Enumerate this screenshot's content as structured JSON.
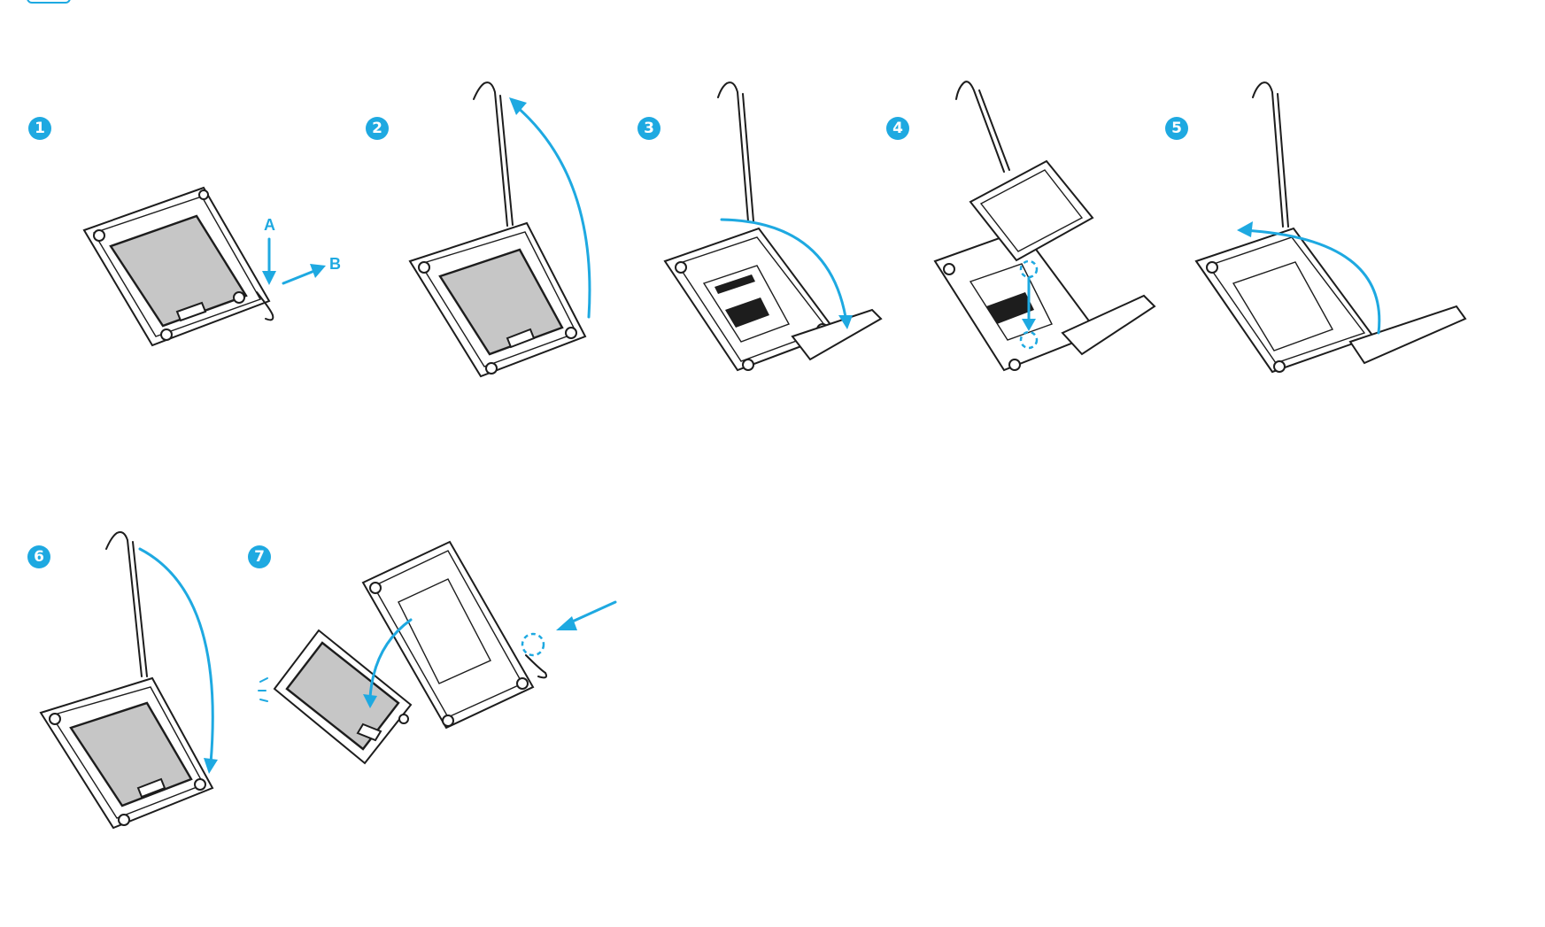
{
  "steps": [
    {
      "number": "1"
    },
    {
      "number": "2"
    },
    {
      "number": "3"
    },
    {
      "number": "4"
    },
    {
      "number": "5"
    },
    {
      "number": "6"
    },
    {
      "number": "7"
    }
  ],
  "step1_labels": {
    "a": "A",
    "b": "B"
  },
  "colors": {
    "accent": "#1ea9e1",
    "line": "#1d1d1d",
    "plate": "#c6c6c6"
  }
}
